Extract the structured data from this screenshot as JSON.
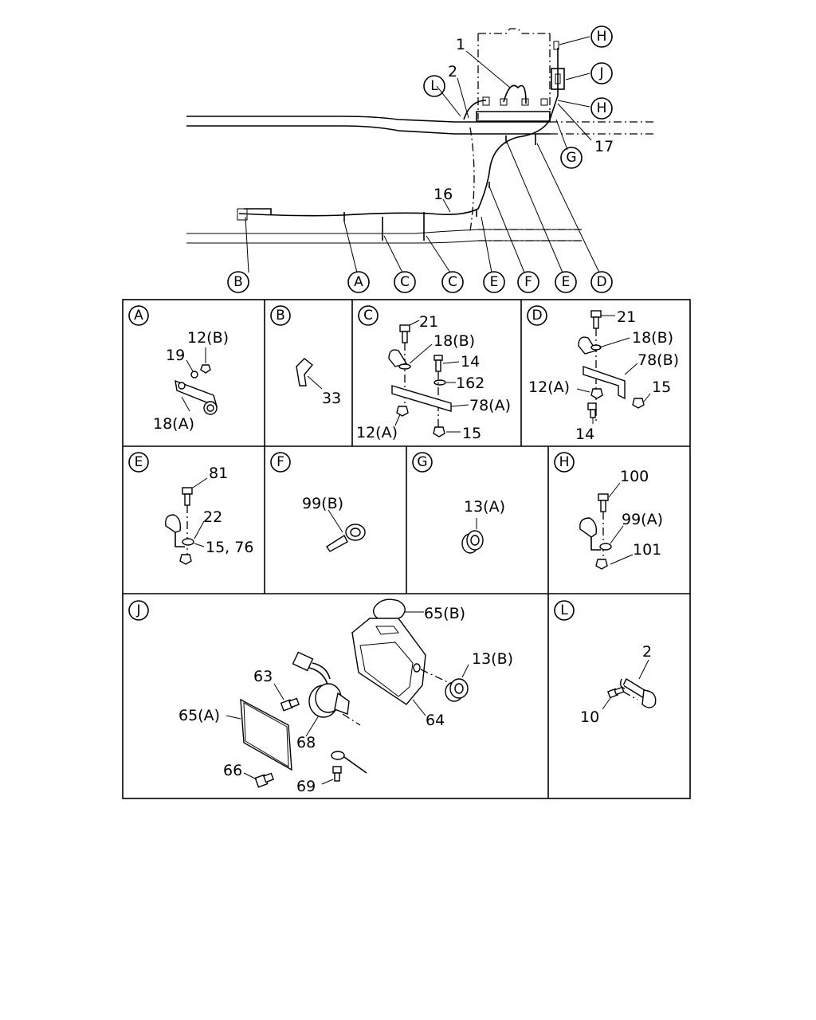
{
  "overview": {
    "callouts": [
      "1",
      "2",
      "16",
      "17"
    ],
    "circle_refs": [
      "H",
      "J",
      "H",
      "L",
      "G",
      "B",
      "A",
      "C",
      "C",
      "E",
      "F",
      "E",
      "D"
    ]
  },
  "panels": {
    "A": {
      "letter": "A",
      "labels": [
        "12(B)",
        "19",
        "18(A)"
      ]
    },
    "B": {
      "letter": "B",
      "labels": [
        "33"
      ]
    },
    "C": {
      "letter": "C",
      "labels": [
        "21",
        "18(B)",
        "14",
        "162",
        "78(A)",
        "12(A)",
        "15"
      ]
    },
    "D": {
      "letter": "D",
      "labels": [
        "21",
        "18(B)",
        "78(B)",
        "12(A)",
        "15",
        "14"
      ]
    },
    "E": {
      "letter": "E",
      "labels": [
        "81",
        "22",
        "15, 76"
      ]
    },
    "F": {
      "letter": "F",
      "labels": [
        "99(B)"
      ]
    },
    "G": {
      "letter": "G",
      "labels": [
        "13(A)"
      ]
    },
    "H": {
      "letter": "H",
      "labels": [
        "100",
        "99(A)",
        "101"
      ]
    },
    "J": {
      "letter": "J",
      "labels": [
        "65(B)",
        "13(B)",
        "63",
        "65(A)",
        "68",
        "64",
        "66",
        "69"
      ]
    },
    "L": {
      "letter": "L",
      "labels": [
        "2",
        "10"
      ]
    }
  }
}
